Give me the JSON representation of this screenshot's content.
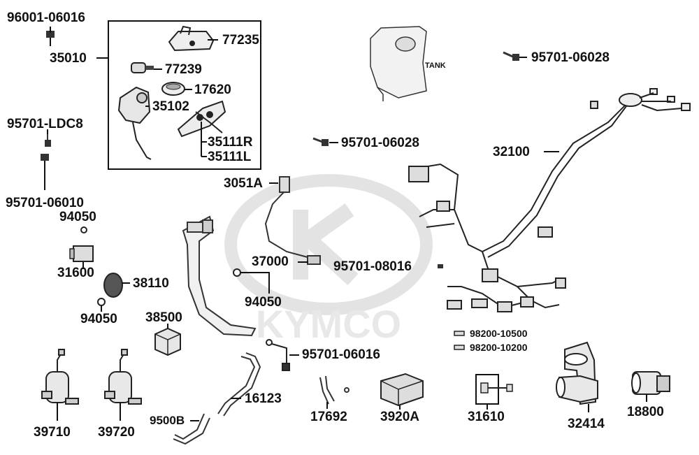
{
  "watermark": {
    "brand": "KYMCO"
  },
  "part_labels": {
    "p96001_06016": "96001-06016",
    "p35010": "35010",
    "p77235": "77235",
    "p77239": "77239",
    "p17620": "17620",
    "p35102": "35102",
    "p35111R": "35111R",
    "p35111L": "35111L",
    "tank": "TANK",
    "p95701_06028_top": "95701-06028",
    "p95701_LDC8": "95701-LDC8",
    "p95701_06028_mid": "95701-06028",
    "p32100": "32100",
    "p3051A": "3051A",
    "p95701_06010": "95701-06010",
    "p94050_a": "94050",
    "p31600": "31600",
    "p37000": "37000",
    "p95701_08016": "95701-08016",
    "p38110": "38110",
    "p94050_b": "94050",
    "p94050_c": "94050",
    "p38500": "38500",
    "p98200_10500": "98200-10500",
    "p98200_10200": "98200-10200",
    "p95701_06016": "95701-06016",
    "p16123": "16123",
    "p9500B": "9500B",
    "p17692": "17692",
    "p3920A": "3920A",
    "p31610": "31610",
    "p32414": "32414",
    "p18800": "18800",
    "p39710": "39710",
    "p39720": "39720"
  }
}
